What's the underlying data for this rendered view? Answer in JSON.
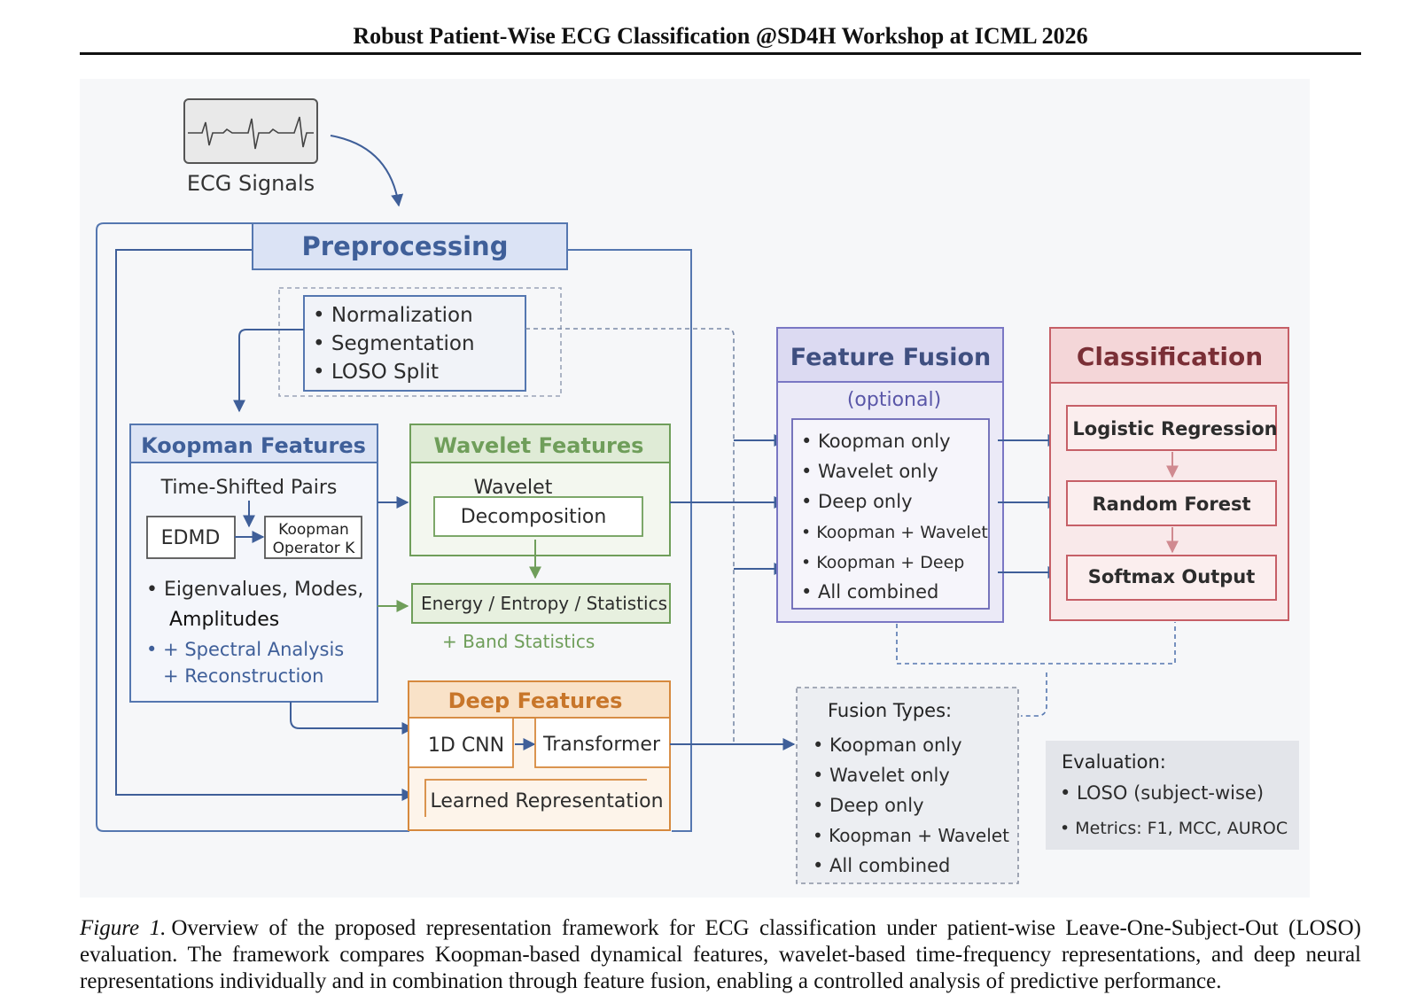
{
  "header": {
    "running_title": "Robust Patient-Wise ECG Classification @SD4H Workshop at ICML 2026"
  },
  "figure": {
    "ecg_label": "ECG Signals",
    "preprocessing": {
      "title": "Preprocessing",
      "steps": [
        "• Normalization",
        "• Segmentation",
        "• LOSO Split"
      ]
    },
    "koopman": {
      "title": "Koopman Features",
      "pairs": "Time-Shifted Pairs",
      "edmd": "EDMD",
      "operator_line1": "Koopman",
      "operator_line2": "Operator K",
      "bullet1_line1": "• Eigenvalues, Modes,",
      "bullet1_line2": "Amplitudes",
      "bullet2": "• + Spectral Analysis",
      "bullet3": "+ Reconstruction"
    },
    "wavelet": {
      "title": "Wavelet Features",
      "label": "Wavelet",
      "decomposition": "Decomposition",
      "energy": "Energy / Entropy / Statistics",
      "band": "+ Band Statistics"
    },
    "deep": {
      "title": "Deep Features",
      "cnn": "1D CNN",
      "transformer": "Transformer",
      "learned": "Learned Representation"
    },
    "fusion": {
      "title": "Feature Fusion",
      "subtitle": "(optional)",
      "options": [
        "• Koopman only",
        "• Wavelet only",
        "• Deep only",
        "• Koopman + Wavelet",
        "• Koopman + Deep",
        "• All combined"
      ]
    },
    "classification": {
      "title": "Classification",
      "models": [
        "Logistic Regression",
        "Random Forest",
        "Softmax Output"
      ]
    },
    "fusion_types": {
      "title": "Fusion Types:",
      "items": [
        "• Koopman only",
        "• Wavelet only",
        "• Deep only",
        "• Koopman + Wavelet",
        "• All combined"
      ]
    },
    "evaluation": {
      "title": "Evaluation:",
      "items": [
        "• LOSO (subject-wise)",
        "• Metrics: F1, MCC, AUROC"
      ]
    }
  },
  "caption": {
    "label": "Figure 1.",
    "text": "Overview of the proposed representation framework for ECG classification under patient-wise Leave-One-Subject-Out (LOSO) evaluation. The framework compares Koopman-based dynamical features, wavelet-based time-frequency representations, and deep neural representations individually and in combination through feature fusion, enabling a controlled analysis of predictive performance."
  },
  "colors": {
    "blue": "#3f5f99",
    "green": "#6f9e5a",
    "orange": "#d6893e",
    "purple": "#6a67b5",
    "red": "#c65f67"
  }
}
